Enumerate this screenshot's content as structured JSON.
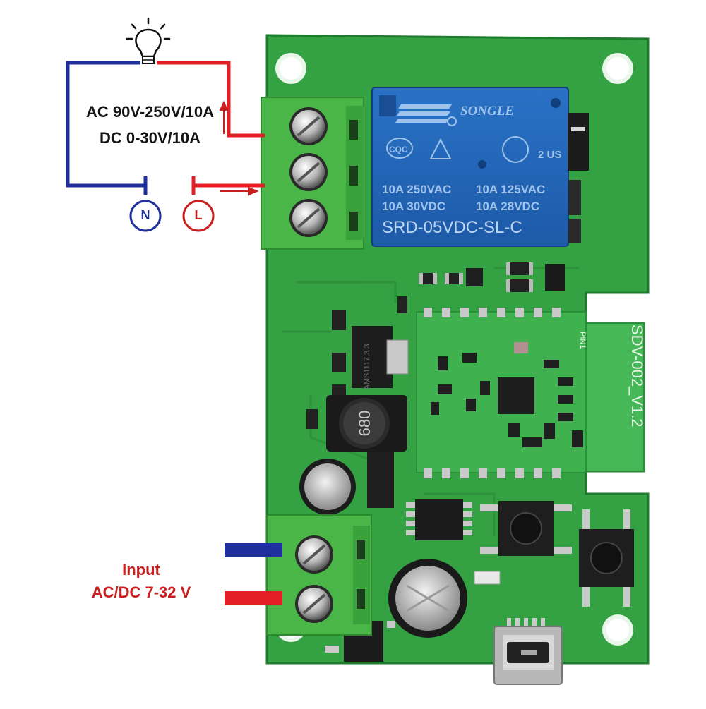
{
  "wiring": {
    "load_rating_ac": "AC 90V-250V/10A",
    "load_rating_dc": "DC 0-30V/10A",
    "neutral_symbol": "N",
    "line_symbol": "L",
    "input_title": "Input",
    "input_range": "AC/DC 7-32 V",
    "colors": {
      "neutral": "#1f2f9e",
      "line": "#e31e24",
      "pcb": "#2f9e3e",
      "terminal": "#4fb84a"
    }
  },
  "relay": {
    "brand": "SONGLE",
    "cert_cqc": "CQC",
    "rating_1": "10A 250VAC",
    "rating_2": "10A 125VAC",
    "rating_3": "10A 30VDC",
    "rating_4": "10A 28VDC",
    "model": "SRD-05VDC-SL-C",
    "ul_mark": "2 US"
  },
  "module": {
    "label": "SDV-002_V1.2",
    "pin": "PIN1"
  },
  "inductor": {
    "marking": "680"
  },
  "regulator": {
    "marking": "AMS1117 3.3"
  }
}
